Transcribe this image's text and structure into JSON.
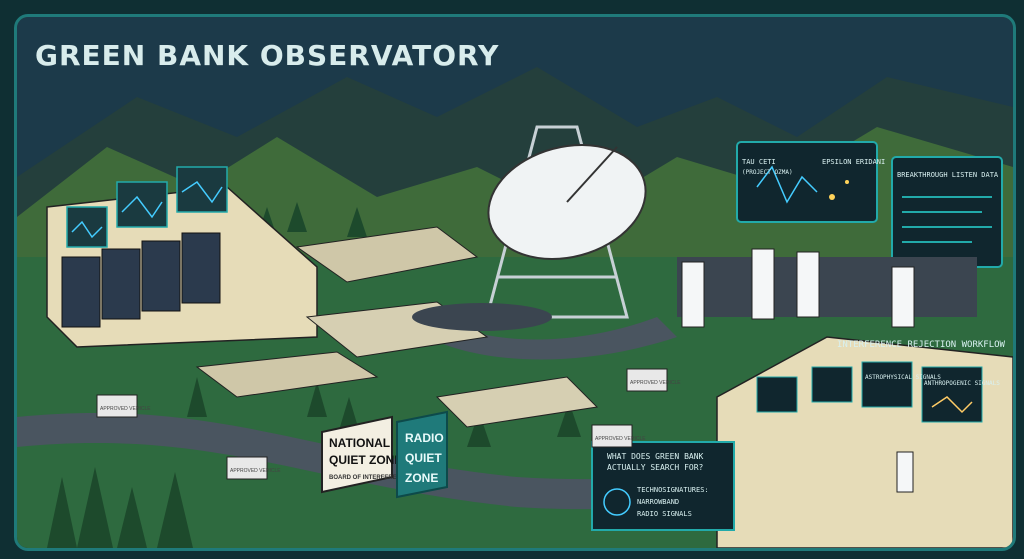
{
  "title": "GREEN BANK OBSERVATORY",
  "screens": {
    "tau_ceti": "TAU CETI",
    "tau_ceti_sub": "(PROJECT OZMA)",
    "epsilon_eridani": "EPSILON ERIDANI",
    "breakthrough": "BREAKTHROUGH LISTEN DATA"
  },
  "workflow": {
    "title": "INTERFERENCE REJECTION WORKFLOW",
    "astro": "ASTROPHYSICAL SIGNALS",
    "anthro": "ANTHROPOGENIC SIGNALS"
  },
  "signs": {
    "national_l1": "NATIONAL",
    "national_l2": "QUIET ZONE",
    "national_sub": "BOARD OF INTERFERENCE",
    "radio_l1": "RADIO",
    "radio_l2": "QUIET",
    "radio_l3": "ZONE"
  },
  "billboard": {
    "question_l1": "WHAT DOES GREEN BANK",
    "question_l2": "ACTUALLY SEARCH FOR?",
    "answer_l1": "TECHNOSIGNATURES:",
    "answer_l2": "NARROWBAND",
    "answer_l3": "RADIO SIGNALS"
  },
  "trucks": {
    "label": "APPROVED VEHICLE"
  },
  "colors": {
    "sky": "#1c3a4a",
    "mountain": "#3f6b3a",
    "grass": "#2e6a3f",
    "road": "#4a5560",
    "accent": "#1f7a7a"
  }
}
